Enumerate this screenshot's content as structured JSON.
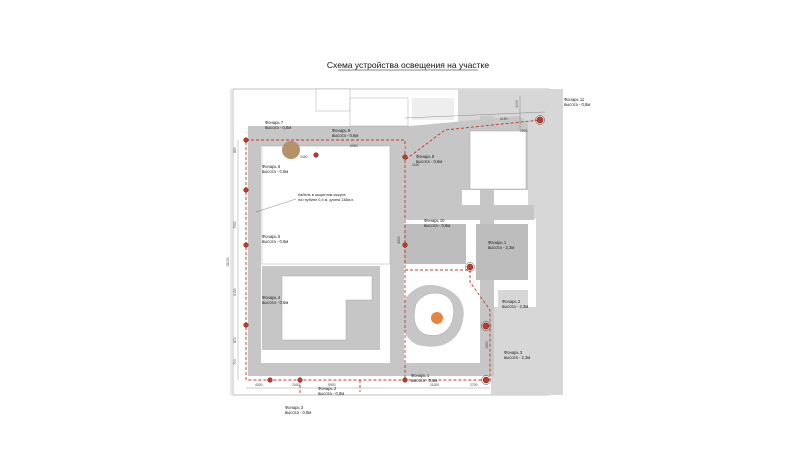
{
  "title": "Схема устройства освещения на участке",
  "cable_note": [
    "Кабель в защитном кожухе",
    "на глубине 0,4 м, длина 138м.п."
  ],
  "colors": {
    "cable": "#c0392b",
    "lamp": "#c0392b",
    "paving": "#c6c6c6",
    "neighbor": "#d7d7d7",
    "lawn": "#ffffff",
    "plant": "#b5936a",
    "fountain": "#e8843e"
  },
  "lamps": [
    {
      "id": 1,
      "name": "Фонарь 1",
      "height": "высота - 0,8м"
    },
    {
      "id": 2,
      "name": "Фонарь 2",
      "height": "высота - 0,8м"
    },
    {
      "id": 3,
      "name": "Фонарь 3",
      "height": "высота - 0,8м"
    },
    {
      "id": 4,
      "name": "Фонарь 4",
      "height": "высота - 0,6м"
    },
    {
      "id": 5,
      "name": "Фонарь 5",
      "height": "высота - 0,6м"
    },
    {
      "id": 6,
      "name": "Фонарь 6",
      "height": "высота - 0,6м"
    },
    {
      "id": 7,
      "name": "Фонарь 7",
      "height": "высота - 0,6м"
    },
    {
      "id": 8,
      "name": "Фонарь 8",
      "height": "высота - 0,6м"
    },
    {
      "id": 9,
      "name": "Фонарь 9",
      "height": "высота - 0,6м"
    },
    {
      "id": 10,
      "name": "Фонарь 10",
      "height": "высота - 0,6м"
    },
    {
      "id": 11,
      "name": "Фонарь 11",
      "height": "высота - 0,8м"
    },
    {
      "id": 12,
      "name": "Фонарь 1",
      "height": "высота - 2,3м"
    },
    {
      "id": 13,
      "name": "Фонарь 2",
      "height": "высота - 2,3м"
    },
    {
      "id": 14,
      "name": "Фонарь 3",
      "height": "высота - 2,3м"
    }
  ],
  "dimensions": {
    "left_total": "18150",
    "left_segments": [
      "850",
      "7350",
      "6150",
      "870",
      "700"
    ],
    "bottom_segments": [
      "4000",
      "2000",
      "9500",
      "11300",
      "2700"
    ],
    "top_segments": [
      "6950",
      "2450",
      "5150",
      "1180"
    ],
    "right_segments": [
      "1000",
      "4550",
      "1500",
      "1950"
    ]
  }
}
